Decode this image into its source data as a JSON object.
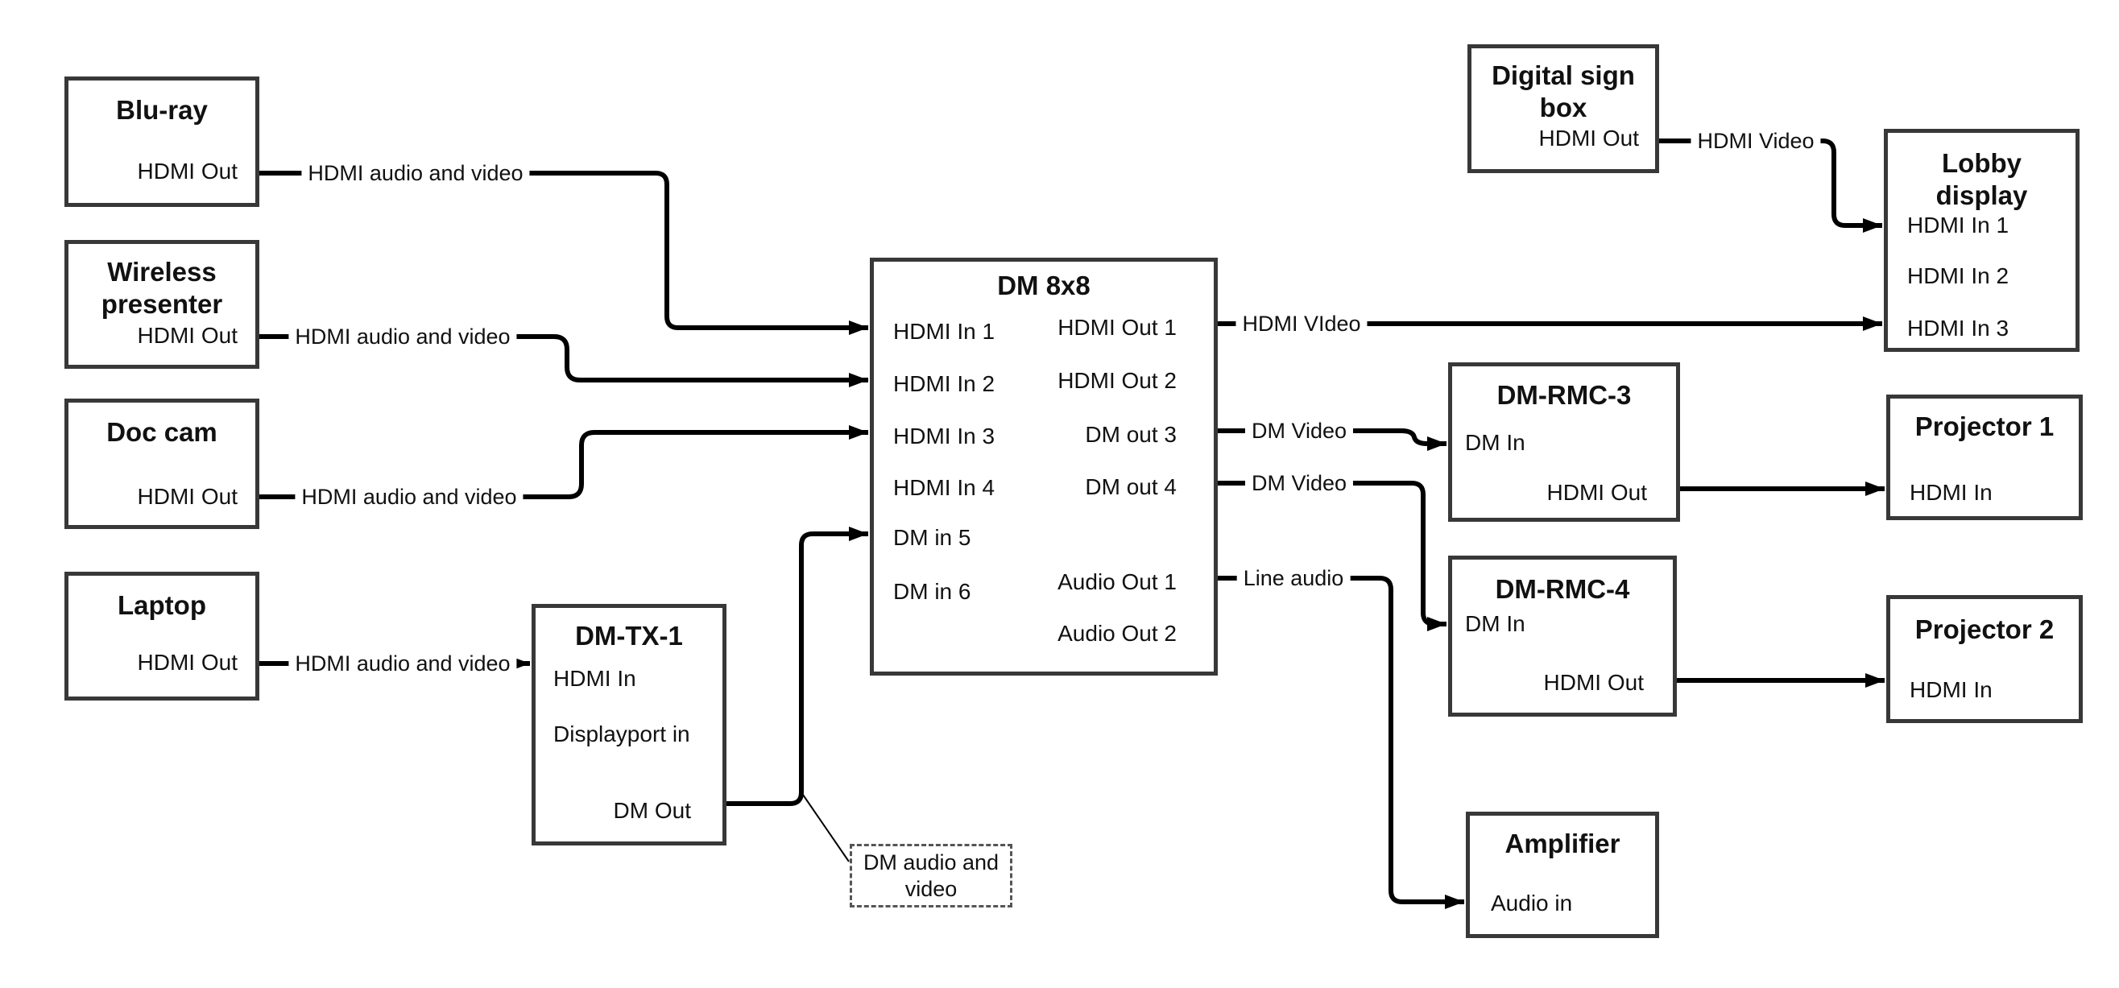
{
  "nodes": {
    "bluray": {
      "title": "Blu-ray",
      "ports": {
        "out": "HDMI Out"
      }
    },
    "wireless": {
      "title": "Wireless presenter",
      "ports": {
        "out": "HDMI Out"
      }
    },
    "doccam": {
      "title": "Doc cam",
      "ports": {
        "out": "HDMI Out"
      }
    },
    "laptop": {
      "title": "Laptop",
      "ports": {
        "out": "HDMI Out"
      }
    },
    "dmtx1": {
      "title": "DM-TX-1",
      "ports": {
        "hdmi_in": "HDMI In",
        "displayport_in": "Displayport in",
        "dm_out": "DM Out"
      }
    },
    "dm8x8": {
      "title": "DM 8x8",
      "ports": {
        "in1": "HDMI In 1",
        "in2": "HDMI In 2",
        "in3": "HDMI In 3",
        "in4": "HDMI In 4",
        "in5": "DM in 5",
        "in6": "DM in 6",
        "out1": "HDMI Out 1",
        "out2": "HDMI Out 2",
        "out3": "DM out 3",
        "out4": "DM out 4",
        "audio_out1": "Audio Out 1",
        "audio_out2": "Audio Out 2"
      }
    },
    "digital_sign": {
      "title": "Digital sign box",
      "ports": {
        "out": "HDMI Out"
      }
    },
    "lobby": {
      "title": "Lobby display",
      "ports": {
        "in1": "HDMI In 1",
        "in2": "HDMI In 2",
        "in3": "HDMI In 3"
      }
    },
    "dmrmc3": {
      "title": "DM-RMC-3",
      "ports": {
        "dm_in": "DM In",
        "hdmi_out": "HDMI Out"
      }
    },
    "proj1": {
      "title": "Projector 1",
      "ports": {
        "hdmi_in": "HDMI In"
      }
    },
    "dmrmc4": {
      "title": "DM-RMC-4",
      "ports": {
        "dm_in": "DM In",
        "hdmi_out": "HDMI Out"
      }
    },
    "proj2": {
      "title": "Projector 2",
      "ports": {
        "hdmi_in": "HDMI In"
      }
    },
    "amplifier": {
      "title": "Amplifier",
      "ports": {
        "audio_in": "Audio in"
      }
    }
  },
  "edges": {
    "bluray_to_dm8x8_in1": {
      "label": "HDMI audio and video"
    },
    "wireless_to_dm8x8_in2": {
      "label": "HDMI audio and video"
    },
    "doccam_to_dm8x8_in3": {
      "label": "HDMI audio and video"
    },
    "laptop_to_dmtx1": {
      "label": "HDMI audio and video"
    },
    "dm8x8_out1_to_lobby_in3": {
      "label": "HDMI VIdeo"
    },
    "dm8x8_out3_to_dmrmc3": {
      "label": "DM Video"
    },
    "dm8x8_out4_to_dmrmc4": {
      "label": "DM Video"
    },
    "dm8x8_audio_out1_to_amp": {
      "label": "Line audio"
    },
    "digital_sign_to_lobby_in1": {
      "label": "HDMI Video"
    }
  },
  "annotation": {
    "note": "DM audio and video"
  },
  "colors": {
    "wire": "#000000",
    "box_border": "#383838",
    "note_border": "#555555",
    "background": "#ffffff"
  }
}
